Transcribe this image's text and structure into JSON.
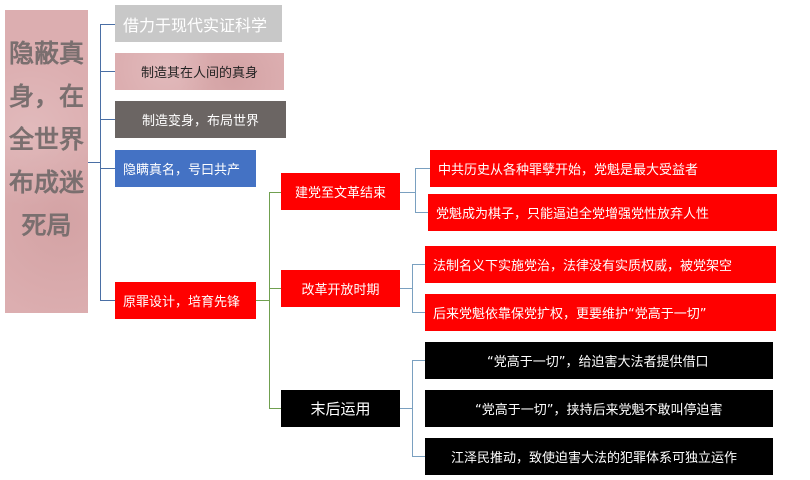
{
  "root": {
    "label": "隐蔽真身，在全世界布成迷死局"
  },
  "branches": [
    {
      "label": "借力于现代实证科学"
    },
    {
      "label": "制造其在人间的真身"
    },
    {
      "label": "制造变身，布局世界"
    },
    {
      "label": "隐瞒真名，号曰共产"
    },
    {
      "label": "原罪设计，培育先锋"
    }
  ],
  "periods": [
    {
      "label": "建党至文革结束",
      "items": [
        "中共历史从各种罪孽开始，党魁是最大受益者",
        "党魁成为棋子，只能逼迫全党增强党性放弃人性"
      ]
    },
    {
      "label": "改革开放时期",
      "items": [
        "法制名义下实施党治，法律没有实质权威，被党架空",
        "后来党魁依靠保党扩权，更要维护“党高于一切”"
      ]
    },
    {
      "label": "末后运用",
      "items": [
        "“党高于一切”，给迫害大法者提供借口",
        "“党高于一切”，挟持后来党魁不敢叫停迫害",
        "江泽民推动，致使迫害大法的犯罪体系可独立运作"
      ]
    }
  ],
  "colors": {
    "red": "#ff0000",
    "black": "#000000",
    "blue": "#4472c4",
    "gray": "#c8c8c8",
    "dark": "#6b6563",
    "pink": "#dcaeb0"
  }
}
